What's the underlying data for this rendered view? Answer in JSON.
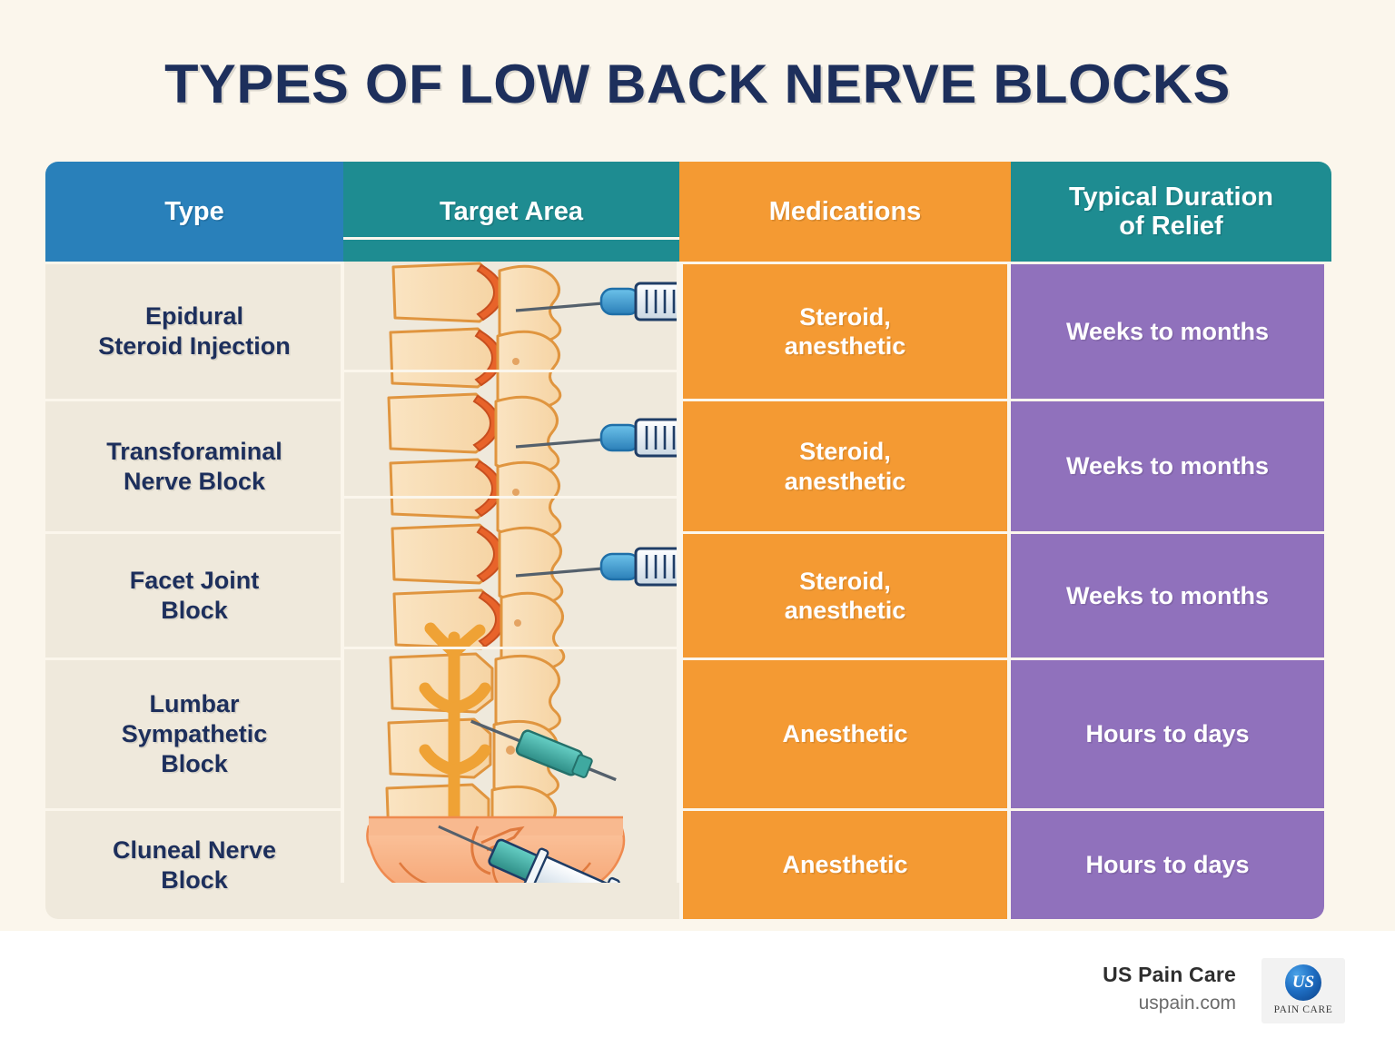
{
  "page": {
    "title": "TYPES OF LOW BACK NERVE BLOCKS",
    "background_color": "#fbf6ec",
    "title_color": "#1d2f5c"
  },
  "colors": {
    "header_type": "#2980ba",
    "header_target": "#1e8c91",
    "header_medications": "#f49a33",
    "header_duration": "#1e8c91",
    "cell_neutral": "#efe9dc",
    "cell_medications": "#f49a33",
    "cell_duration": "#9071bc",
    "bone": "#f8dcb0",
    "bone_outline": "#e0953f",
    "disc": "#e8632a",
    "nerve": "#f0a23a",
    "skin": "#f7b184",
    "syringe_blue": "#3c9bd6",
    "syringe_teal": "#3fa9a0"
  },
  "table": {
    "headers": [
      {
        "label": "Type",
        "color": "#2980ba"
      },
      {
        "label": "Target Area",
        "color": "#1e8c91"
      },
      {
        "label": "Medications",
        "color": "#f49a33"
      },
      {
        "label": "Typical Duration\nof Relief",
        "line1": "Typical Duration",
        "line2": "of Relief",
        "color": "#1e8c91"
      }
    ],
    "rows": [
      {
        "type_line1": "Epidural",
        "type_line2": "Steroid Injection",
        "target_image": "lumbar-spine-epidural-injection-illustration",
        "medications_line1": "Steroid,",
        "medications_line2": "anesthetic",
        "duration": "Weeks to months"
      },
      {
        "type_line1": "Transforaminal",
        "type_line2": "Nerve Block",
        "target_image": "lumbar-spine-transforaminal-injection-illustration",
        "medications_line1": "Steroid,",
        "medications_line2": "anesthetic",
        "duration": "Weeks to months"
      },
      {
        "type_line1": "Facet Joint",
        "type_line2": "Block",
        "target_image": "lumbar-spine-facet-joint-injection-illustration",
        "medications_line1": "Steroid,",
        "medications_line2": "anesthetic",
        "duration": "Weeks to months"
      },
      {
        "type_line1": "Lumbar",
        "type_line2": "Sympathetic",
        "type_line3": "Block",
        "target_image": "lumbar-spine-sympathetic-nerve-injection-illustration",
        "medications_line1": "Anesthetic",
        "duration": "Hours to days"
      },
      {
        "type_line1": "Cluneal Nerve",
        "type_line2": "Block",
        "target_image": "buttock-cluneal-nerve-injection-illustration",
        "medications_line1": "Anesthetic",
        "duration": "Hours to days"
      }
    ]
  },
  "footer": {
    "brand_name": "US Pain Care",
    "brand_url": "uspain.com",
    "logo_initials": "US",
    "logo_caption": "PAIN CARE"
  }
}
